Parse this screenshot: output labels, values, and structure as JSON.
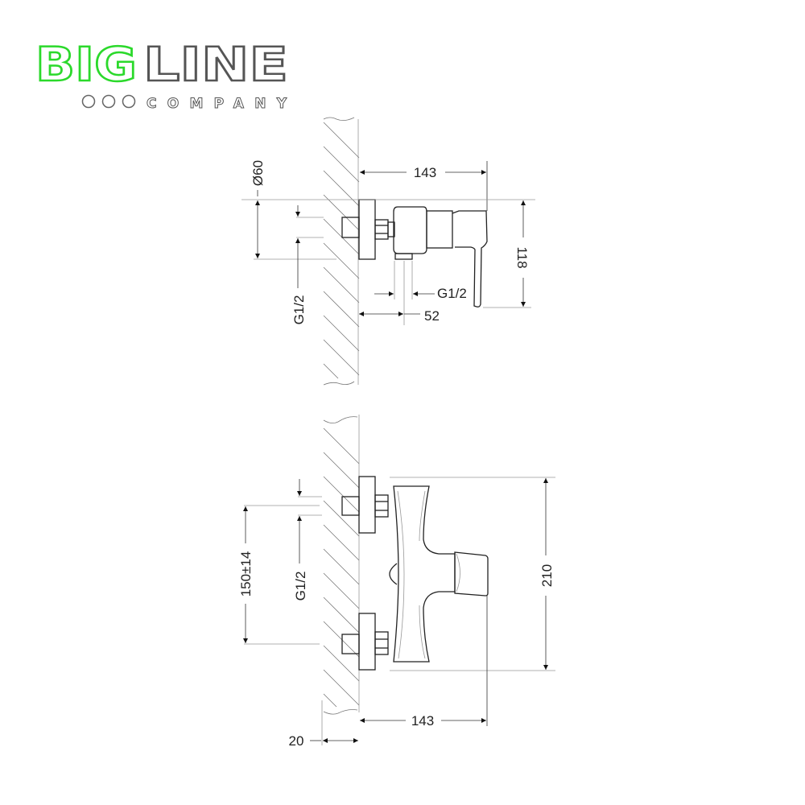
{
  "logo": {
    "brand_part1": "BIG",
    "brand_part2": "LINE",
    "subtitle": "COMPANY",
    "colors": {
      "accent": "#2bd92b",
      "dark": "#555555"
    }
  },
  "side_view": {
    "width_label": "143",
    "height_label": "118",
    "rosette_diameter_label": "Ø60",
    "inlet_thread_label": "G1/2",
    "outlet_thread_label": "G1/2",
    "outlet_distance_label": "52"
  },
  "front_view": {
    "width_label": "143",
    "height_label": "210",
    "inlet_spacing_label": "150±14",
    "inlet_thread_label": "G1/2",
    "wall_offset_label": "20"
  }
}
